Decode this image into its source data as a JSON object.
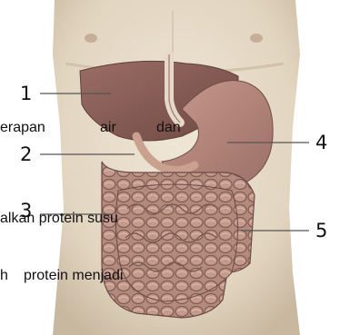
{
  "labels": {
    "l1": "1",
    "l2": "2",
    "l3": "3",
    "l4": "4",
    "l5": "5"
  },
  "overlay_text": {
    "line1_left": "erapan",
    "line1_mid": "air",
    "line1_right": "dan",
    "line2": "alkan protein susu",
    "line3_left": "h",
    "line3_right": "protein menjadi"
  },
  "colors": {
    "skin": "#e7dcc9",
    "skin_shadow": "#cbb9a3",
    "liver": "#8a5f58",
    "stomach": "#b58479",
    "intestine": "#b98d80",
    "intestine_dark": "#8f6a60",
    "leader_line": "#555555"
  }
}
